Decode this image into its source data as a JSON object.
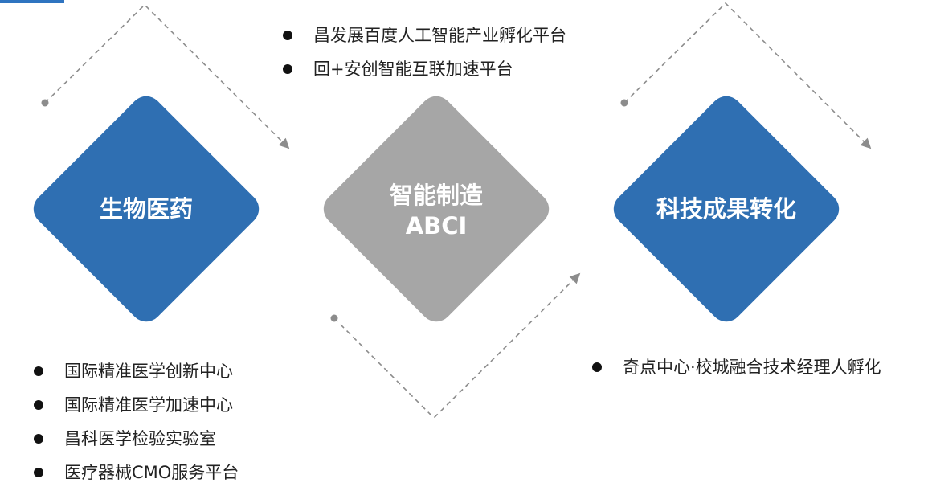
{
  "nodes": {
    "left": {
      "label": "生物医药"
    },
    "center": {
      "line1": "智能制造",
      "line2": "ABCI"
    },
    "right": {
      "label": "科技成果转化"
    }
  },
  "lists": {
    "left": [
      "国际精准医学创新中心",
      "国际精准医学加速中心",
      "昌科医学检验实验室",
      "医疗器械CMO服务平台"
    ],
    "center": [
      "昌发展百度人工智能产业孵化平台",
      "回+安创智能互联加速平台"
    ],
    "right": [
      "奇点中心·校城融合技术经理人孵化"
    ]
  },
  "colors": {
    "blue": "#2f6fb2",
    "gray": "#a6a6a6",
    "connector": "#8c8c8c"
  }
}
